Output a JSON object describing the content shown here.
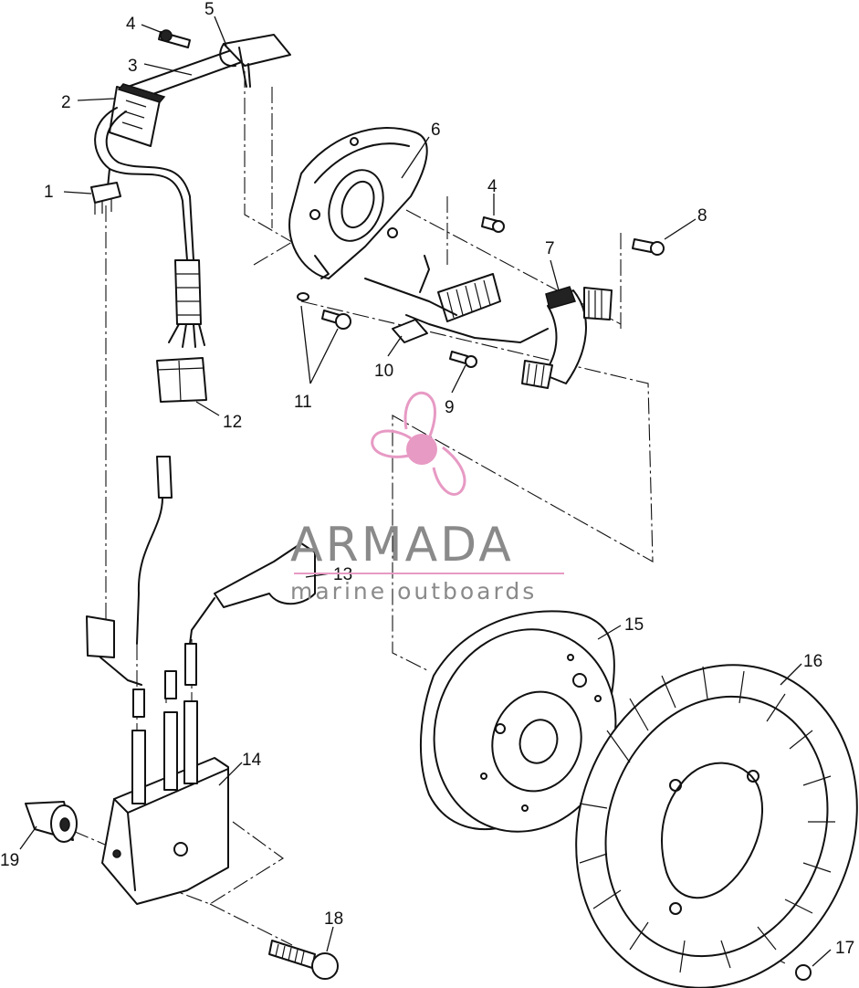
{
  "diagram": {
    "callouts": [
      "1",
      "2",
      "3",
      "4",
      "5",
      "6",
      "7",
      "8",
      "9",
      "10",
      "11",
      "12",
      "13",
      "14",
      "15",
      "16",
      "17",
      "18",
      "19"
    ],
    "duplicate_callout_4": "4",
    "duplicate_callout_11": "11"
  },
  "watermark": {
    "brand": "ARMADA",
    "tagline": "marine outboards",
    "color": "#e79ac4",
    "text_color": "#8a8a8a"
  },
  "colors": {
    "ink": "#111111",
    "background": "#ffffff"
  }
}
